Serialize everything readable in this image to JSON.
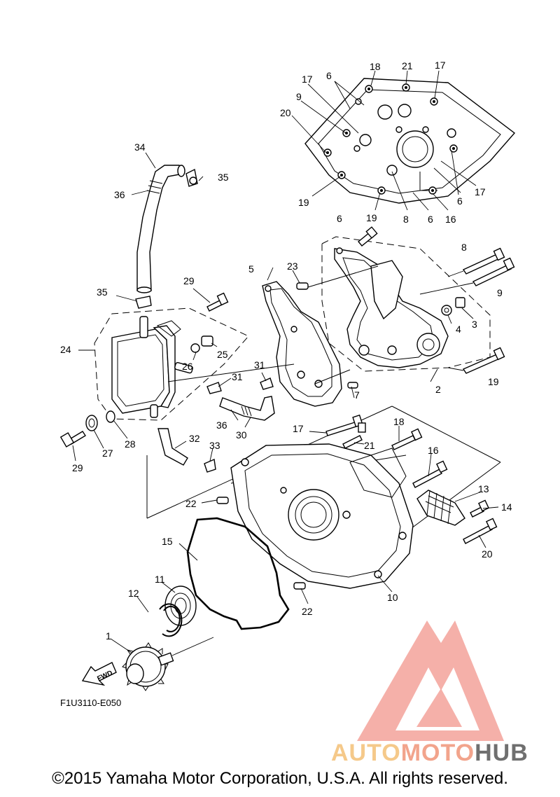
{
  "diagram_code": "F1U3110-E050",
  "copyright": "©2015 Yamaha Motor Corporation, U.S.A. All rights reserved.",
  "fwd_label": "FWD",
  "watermark": {
    "part1": "AUTO",
    "part2": "MOTO",
    "part3": "HUB"
  },
  "colors": {
    "watermark_triangle": "#f4a7a0",
    "watermark_auto": "#f5c98a",
    "watermark_moto": "#f2a48c",
    "watermark_hub": "#6f6f6f"
  },
  "callouts": {
    "c1": "1",
    "c2": "2",
    "c3": "3",
    "c4": "4",
    "c5": "5",
    "c6a": "6",
    "c6b": "6",
    "c6c": "6",
    "c6d": "6",
    "c7": "7",
    "c8a": "8",
    "c8b": "8",
    "c9a": "9",
    "c9b": "9",
    "c10": "10",
    "c11": "11",
    "c12": "12",
    "c13": "13",
    "c14": "14",
    "c15": "15",
    "c16a": "16",
    "c16b": "16",
    "c17a": "17",
    "c17b": "17",
    "c17c": "17",
    "c17d": "17",
    "c18a": "18",
    "c18b": "18",
    "c19a": "19",
    "c19b": "19",
    "c19c": "19",
    "c20a": "20",
    "c20b": "20",
    "c21a": "21",
    "c21b": "21",
    "c22a": "22",
    "c22b": "22",
    "c23": "23",
    "c24": "24",
    "c25": "25",
    "c26": "26",
    "c27": "27",
    "c28": "28",
    "c29a": "29",
    "c29b": "29",
    "c30": "30",
    "c31a": "31",
    "c31b": "31",
    "c32": "32",
    "c33": "33",
    "c34": "34",
    "c35a": "35",
    "c35b": "35",
    "c36a": "36",
    "c36b": "36"
  }
}
